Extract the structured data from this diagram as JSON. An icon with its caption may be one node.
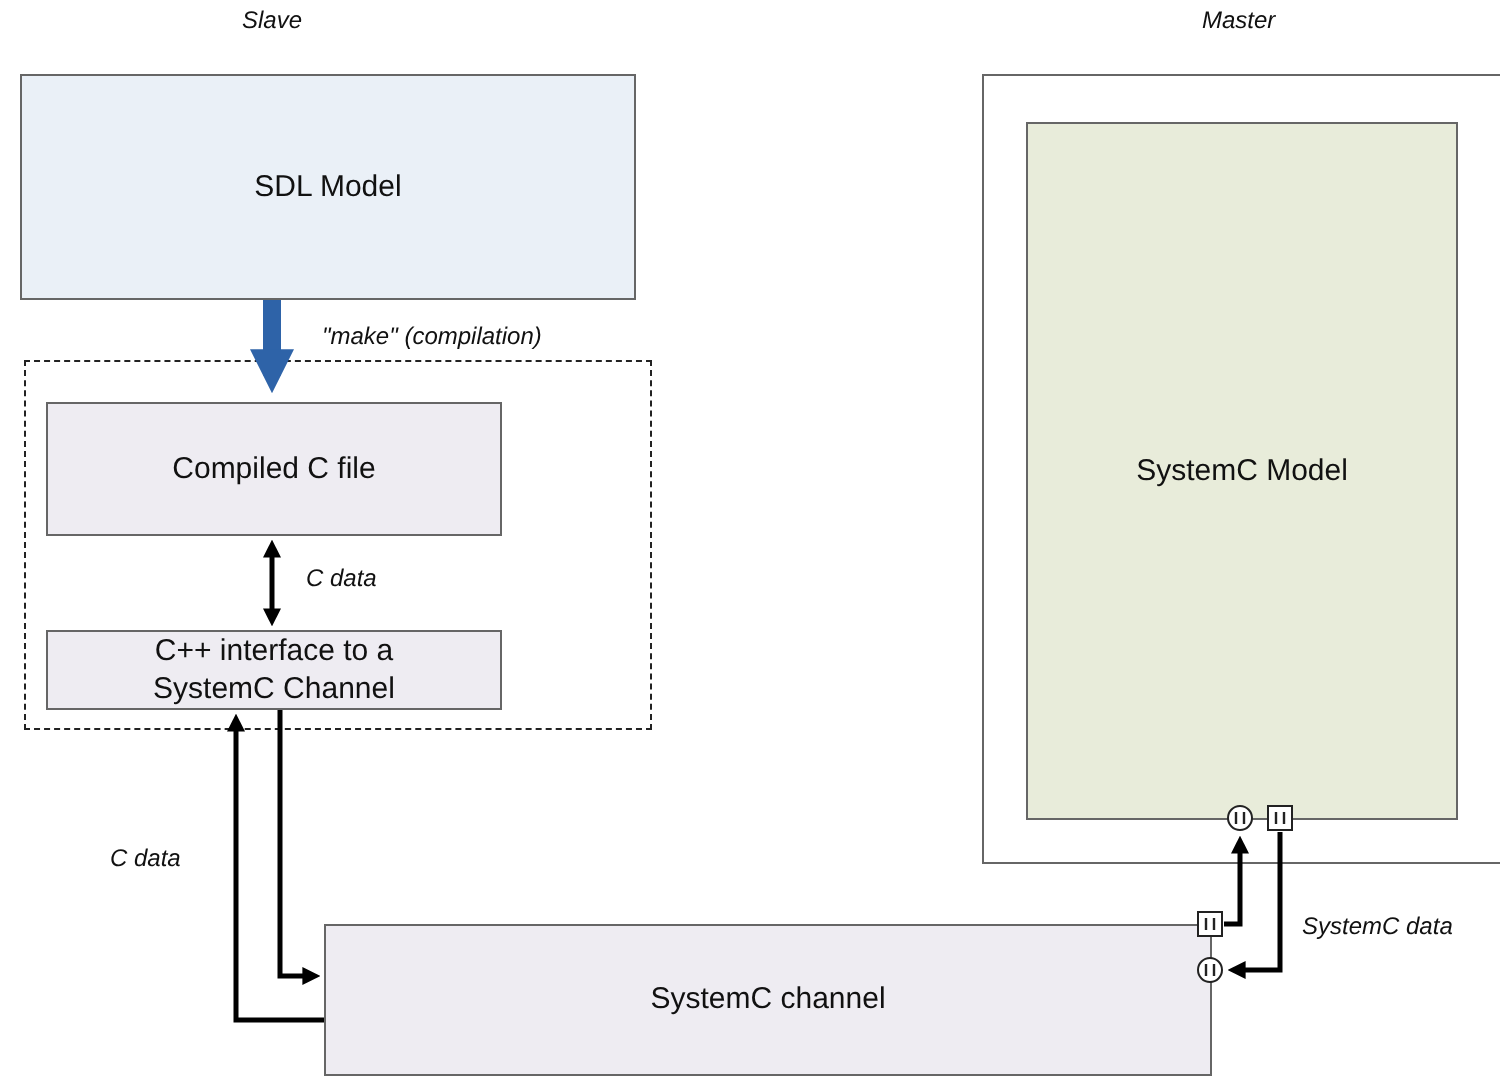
{
  "diagram": {
    "nodes": [
      {
        "text": [
          "SDL Model"
        ]
      },
      {
        "text": [],
        "shape": "box"
      },
      {
        "text": [
          "Compiled C file"
        ],
        "in": 1
      },
      {
        "text": [
          "C++ interface to a SystemC Channel"
        ],
        "in": 1
      },
      {
        "text": [],
        "shape": "box"
      },
      {
        "text": [
          "SystemC Model"
        ],
        "in": 4
      },
      {
        "text": [
          "SystemC channel"
        ]
      }
    ],
    "edges": [
      {
        "from": 0,
        "to": 2,
        "arrow": "to",
        "label": "\"make\" (compilation)",
        "style": "thick",
        "color": "#2e63a8"
      },
      {
        "from": 2,
        "to": 3,
        "arrow": "both",
        "label": "C data"
      },
      {
        "from": 3,
        "to": 6,
        "arrow": "to"
      },
      {
        "from": 6,
        "to": 3,
        "arrow": "to",
        "label": "C data"
      },
      {
        "from": 6,
        "to": 5,
        "arrow": "to"
      },
      {
        "from": 5,
        "to": 6,
        "arrow": "to",
        "label": "SystemC data"
      }
    ],
    "labels": [
      "Slave",
      "Master"
    ]
  }
}
